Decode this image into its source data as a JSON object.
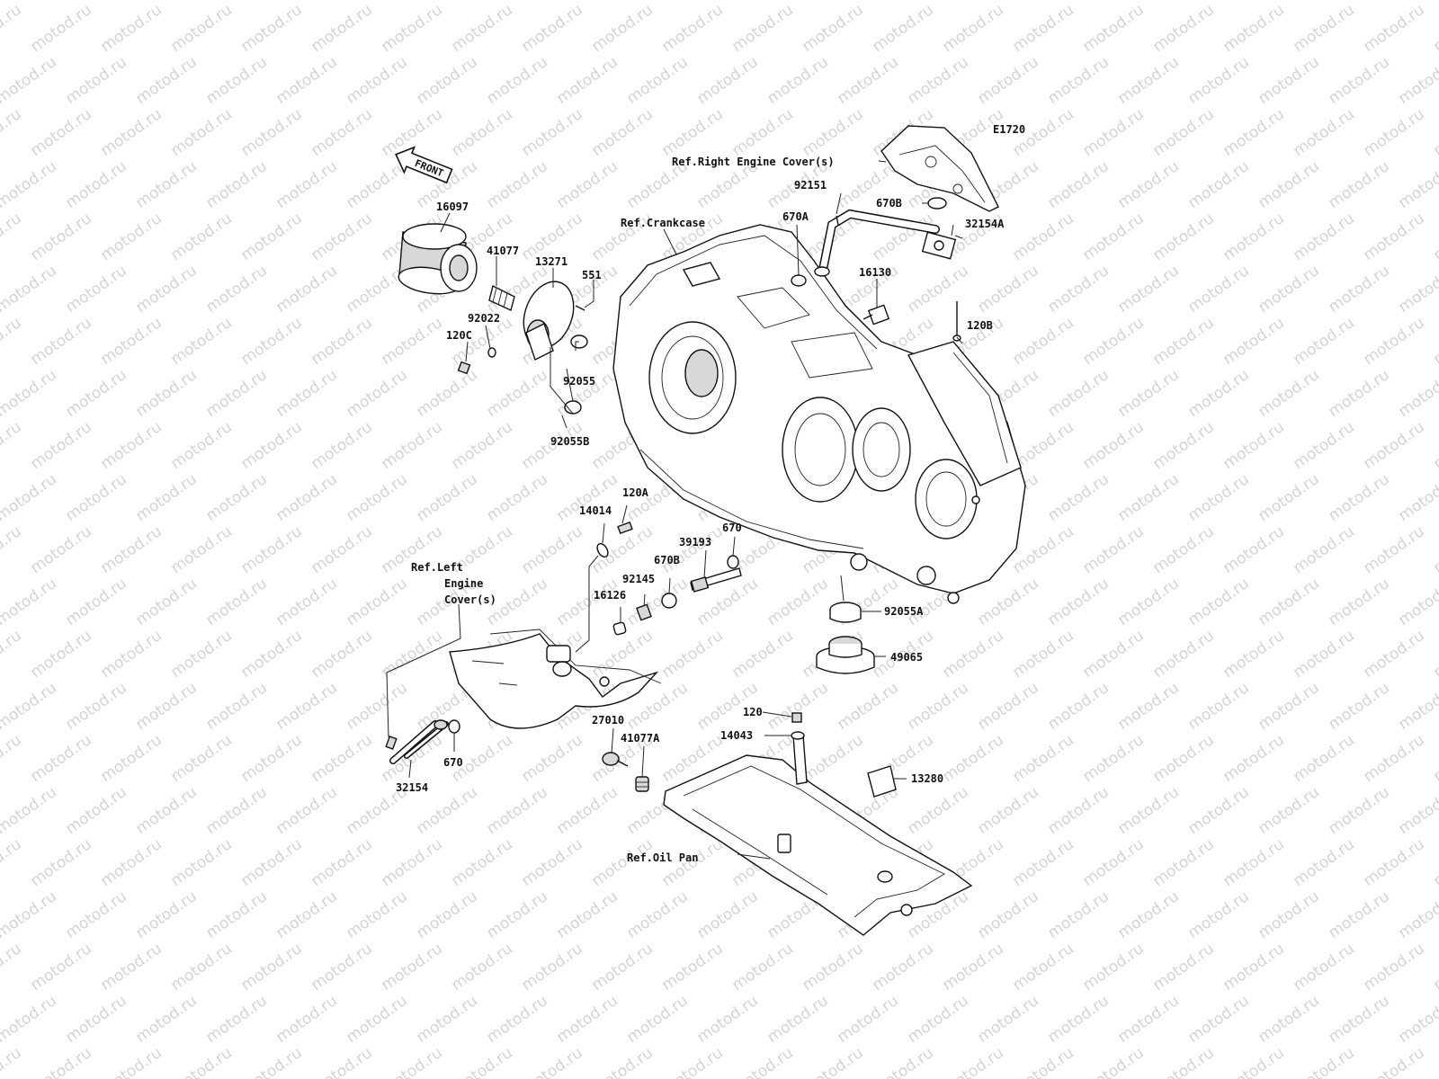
{
  "diagram_code": "E1720",
  "front_arrow_label": "FRONT",
  "watermark_text": "motod.ru",
  "references": {
    "right_engine_cover": "Ref.Right Engine Cover(s)",
    "crankcase": "Ref.Crankcase",
    "left_engine_cover_line1": "Ref.Left",
    "left_engine_cover_line2": "Engine",
    "left_engine_cover_line3": "Cover(s)",
    "oil_pan": "Ref.Oil Pan"
  },
  "part_labels": {
    "p16097": "16097",
    "p41077": "41077",
    "p13271": "13271",
    "p551": "551",
    "p92022": "92022",
    "p120C": "120C",
    "p92055": "92055",
    "p92055B": "92055B",
    "p92151": "92151",
    "p670B_top": "670B",
    "p32154A": "32154A",
    "p670A": "670A",
    "p16130": "16130",
    "p120B": "120B",
    "p120A": "120A",
    "p14014": "14014",
    "p670_mid": "670",
    "p39193": "39193",
    "p670B_mid": "670B",
    "p92145": "92145",
    "p16126": "16126",
    "p92055A": "92055A",
    "p49065": "49065",
    "p120": "120",
    "p14043": "14043",
    "p27010": "27010",
    "p41077A": "41077A",
    "p13280": "13280",
    "p670_low": "670",
    "p32154": "32154"
  }
}
